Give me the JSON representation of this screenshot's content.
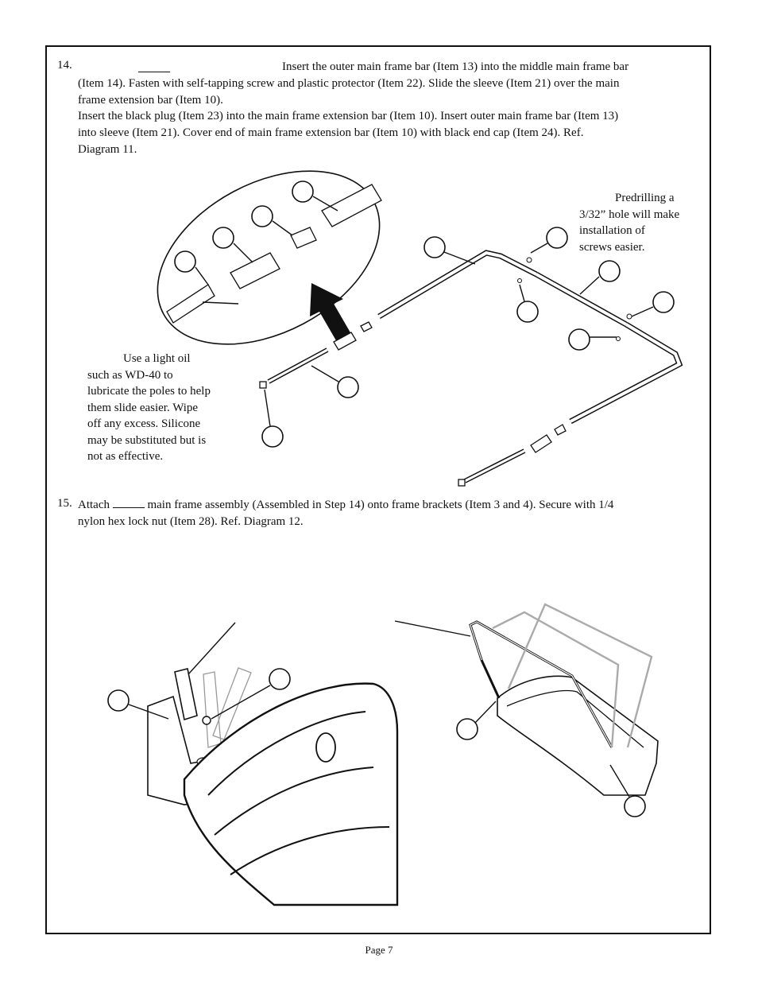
{
  "step14": {
    "number": "14.",
    "line1": "Insert the outer main frame bar (Item 13) into the middle main frame bar",
    "line2": "(Item 14). Fasten with self-tapping screw and plastic protector (Item 22). Slide the sleeve (Item 21) over the main",
    "line3": "frame extension bar (Item 10).",
    "line4": "Insert the black plug (Item 23) into the main frame extension bar (Item 10). Insert outer main frame bar (Item 13)",
    "line5": "into sleeve (Item 21). Cover end of main frame extension bar (Item 10) with black end cap (Item 24). Ref.",
    "line6": "Diagram 11."
  },
  "notes": {
    "predrill": [
      "Predrilling a",
      "3/32” hole will make",
      "installation of",
      "screws  easier."
    ],
    "oil": [
      "Use a light oil",
      "such as WD-40 to",
      "lubricate the poles to help",
      "them slide easier.  Wipe",
      "off any excess.  Silicone",
      "may be substituted but is",
      "not as effective."
    ]
  },
  "step15": {
    "number": "15.",
    "word_attach": "Attach",
    "rest_line1": "main frame assembly (Assembled in Step 14) onto frame brackets (Item 3 and 4). Secure with 1/4",
    "line2": "nylon hex lock nut (Item 28). Ref. Diagram 12."
  },
  "footer": {
    "page": "Page 7"
  }
}
